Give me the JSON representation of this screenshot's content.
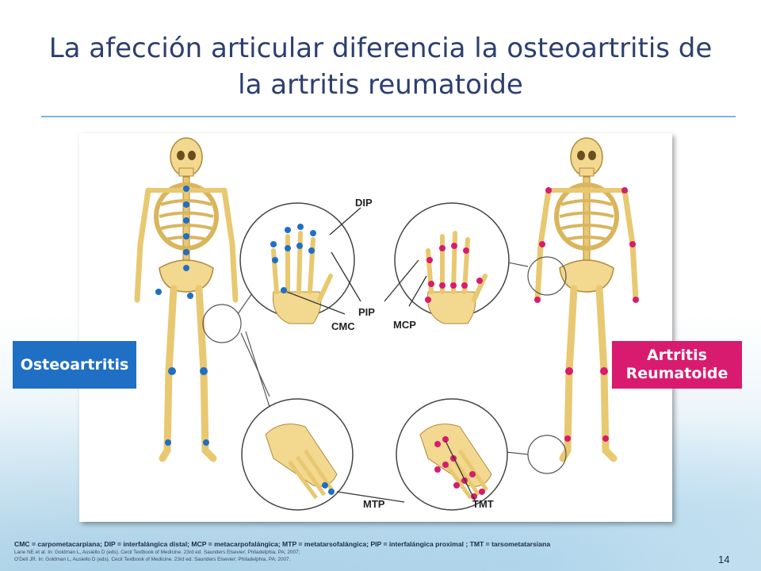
{
  "title": "La afección articular diferencia la osteoartritis de la artritis reumatoide",
  "figure": {
    "labels": {
      "dip": "DIP",
      "pip": "PIP",
      "cmc": "CMC",
      "mcp": "MCP",
      "mtp": "MTP",
      "tmt": "TMT"
    },
    "oa_dot_color": "#1f6fc4",
    "ra_dot_color": "#d81b6f",
    "bone_color": "#f3d88f"
  },
  "tags": {
    "osteoartritis": "Osteoartritis",
    "artritis_line1": "Artritis",
    "artritis_line2": "Reumatoide"
  },
  "footer": {
    "abbreviations": "CMC = carpometacarpiana;  DIP = interfalángica distal; MCP = metacarpofalángica;  MTP = metatarsofalángica; PIP = interfalángica proximal ; TMT = tarsometatarsiana",
    "ref1": "Lane NE et al. In: Goldman L, Ausiello D (eds). Cecil Textbook of Medicine. 23rd ed. Saunders Elsevier; Philadelphia, PA; 2007;",
    "ref2": "O'Dell JR. In: Goldman L, Ausiello D (eds). Cecil Textbook of Medicine. 23rd ed. Saunders Elsevier; Philadelphia, PA; 2007."
  },
  "page_number": "14"
}
